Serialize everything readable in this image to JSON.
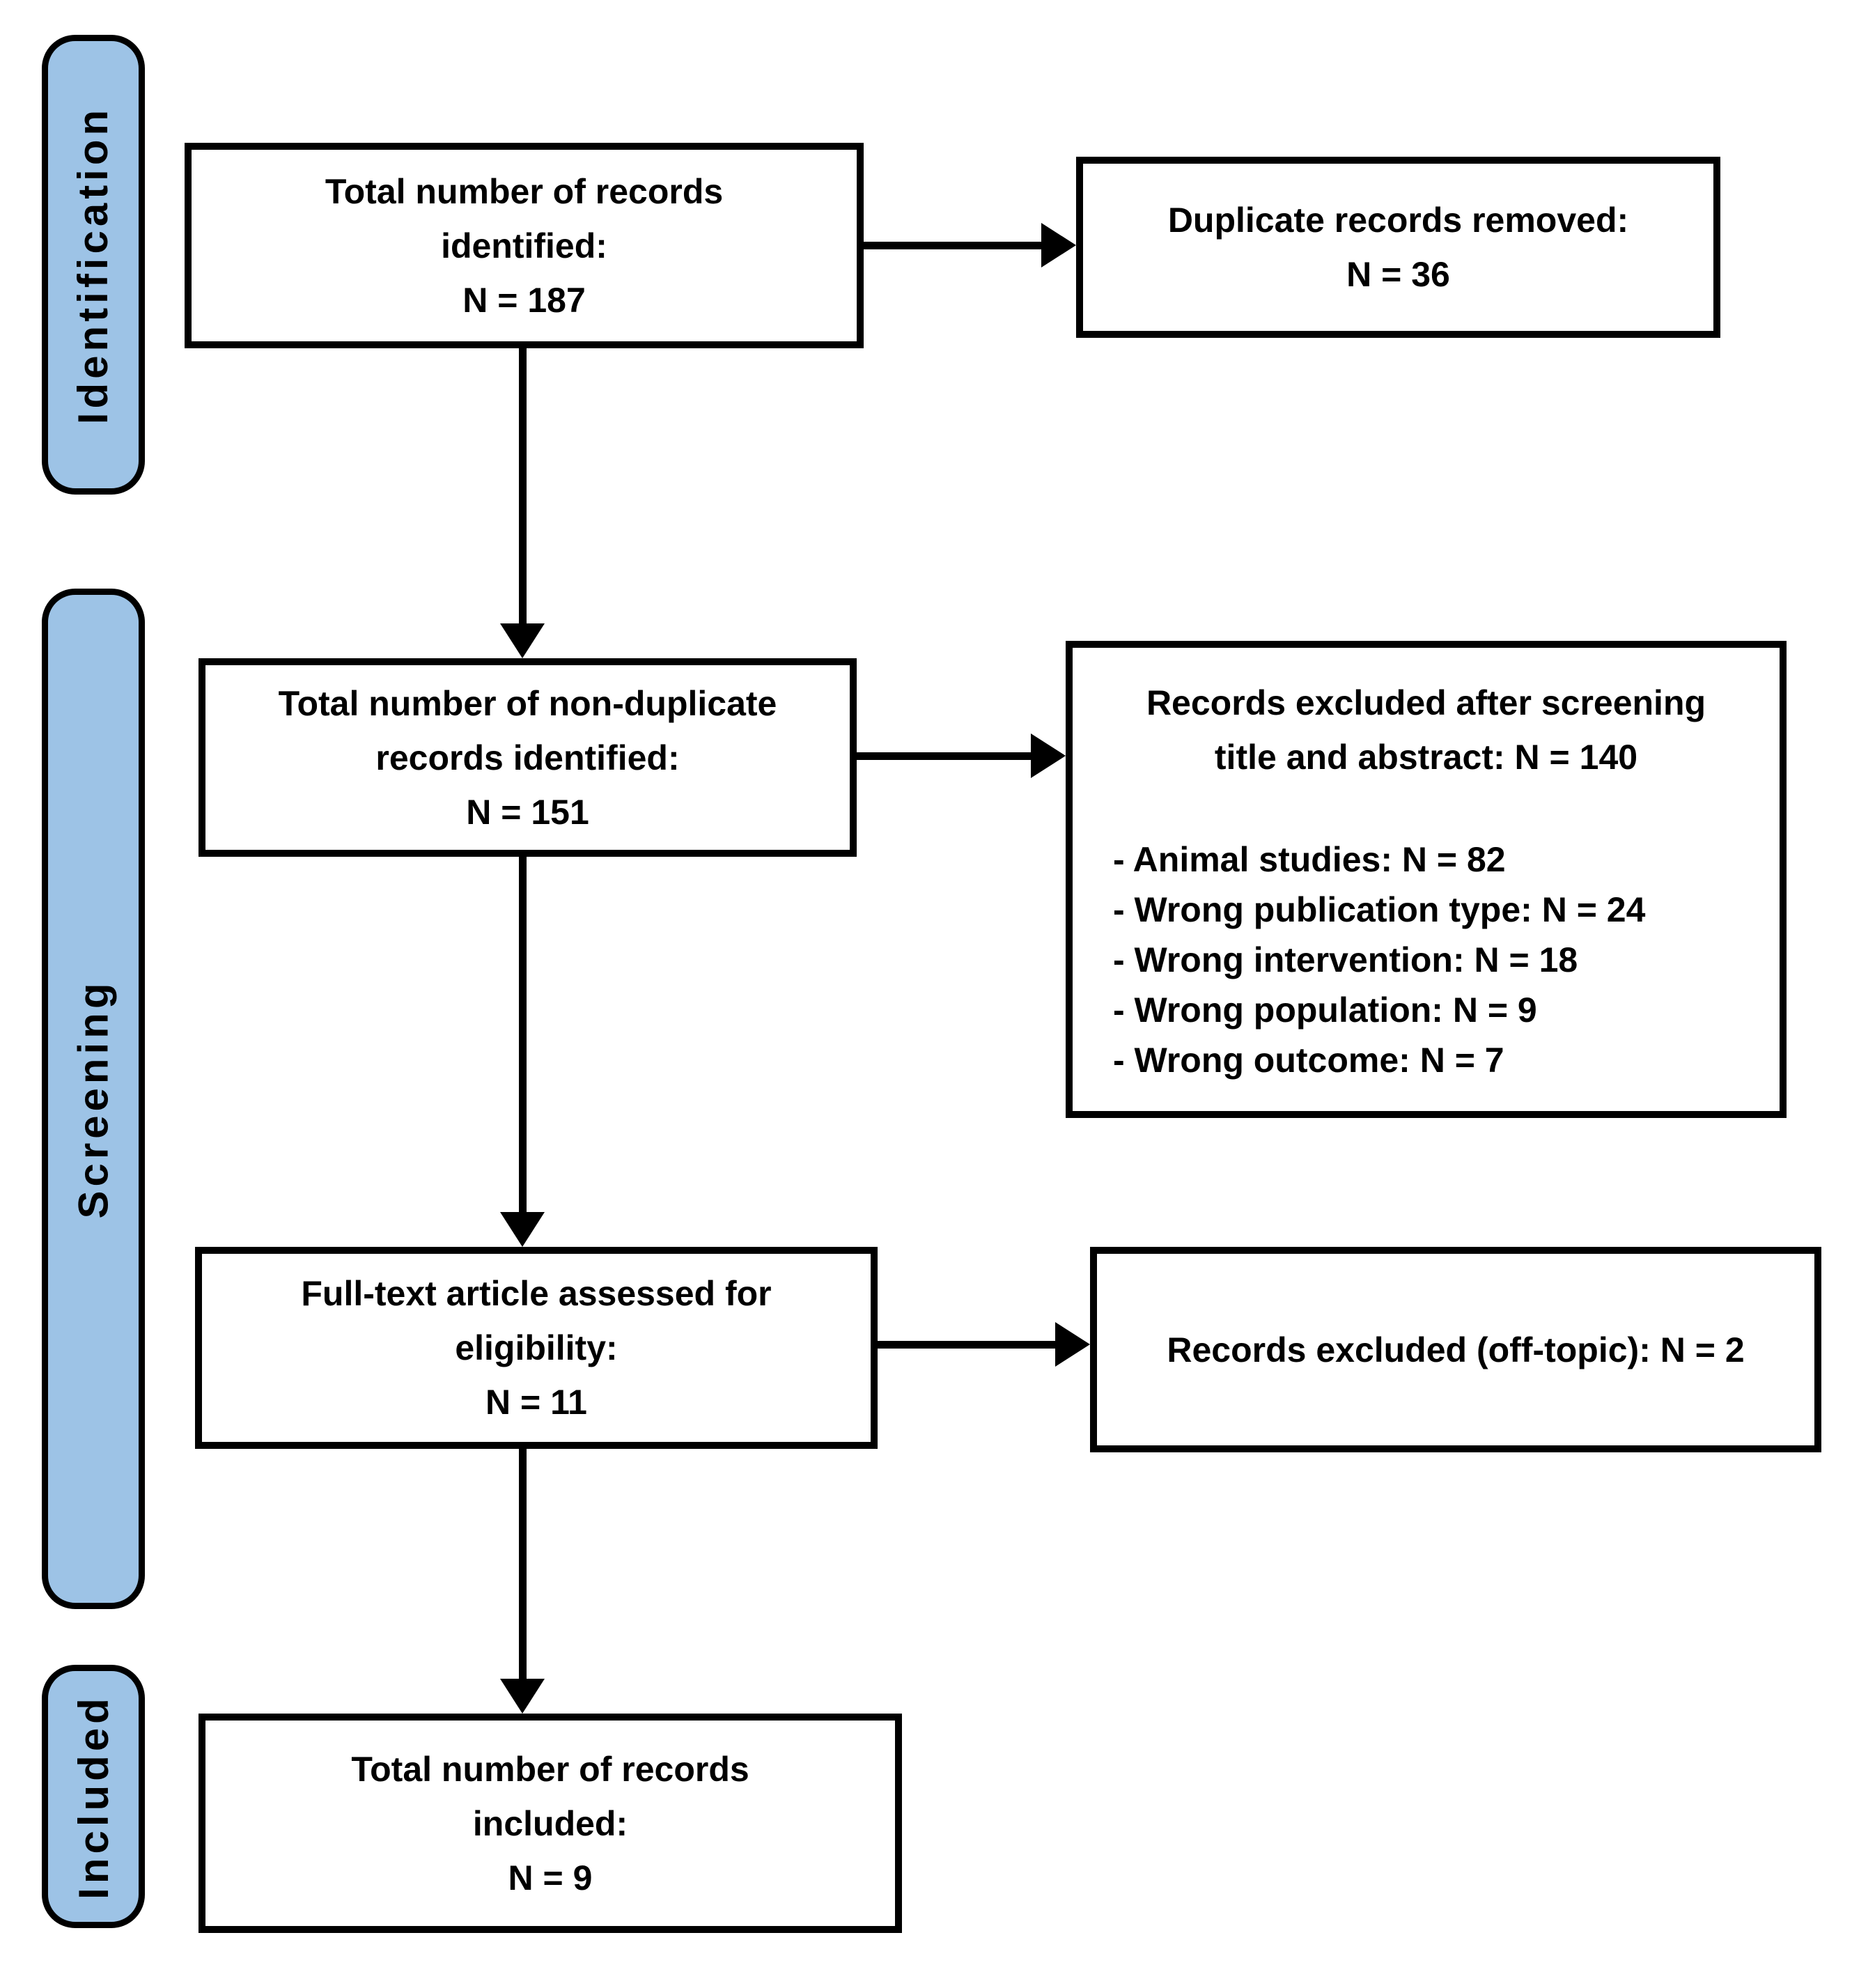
{
  "stages": [
    {
      "label": "Identification"
    },
    {
      "label": "Screening"
    },
    {
      "label": "Included"
    }
  ],
  "flow": {
    "records_identified": {
      "line1": "Total number of records",
      "line2": "identified:",
      "line3": "N = 187"
    },
    "duplicates_removed": {
      "line1": "Duplicate records removed:",
      "line2": "N = 36"
    },
    "non_duplicate_records": {
      "line1": "Total number of non-duplicate",
      "line2": "records identified:",
      "line3": "N = 151"
    },
    "excluded_screening": {
      "title_line1": "Records excluded after screening",
      "title_line2": "title and abstract: N = 140",
      "reasons": [
        "- Animal studies: N = 82",
        "- Wrong publication type: N = 24",
        "- Wrong intervention: N = 18",
        "- Wrong population: N = 9",
        "- Wrong outcome: N = 7"
      ]
    },
    "fulltext_assessed": {
      "line1": "Full-text article assessed for",
      "line2": "eligibility:",
      "line3": "N = 11"
    },
    "excluded_offtopic": {
      "line1": "Records excluded (off-topic): N = 2"
    },
    "records_included": {
      "line1": "Total number of records",
      "line2": "included:",
      "line3": "N = 9"
    }
  },
  "colors": {
    "stage_fill": "#9DC3E6",
    "line": "#000000",
    "background": "#FFFFFF"
  }
}
